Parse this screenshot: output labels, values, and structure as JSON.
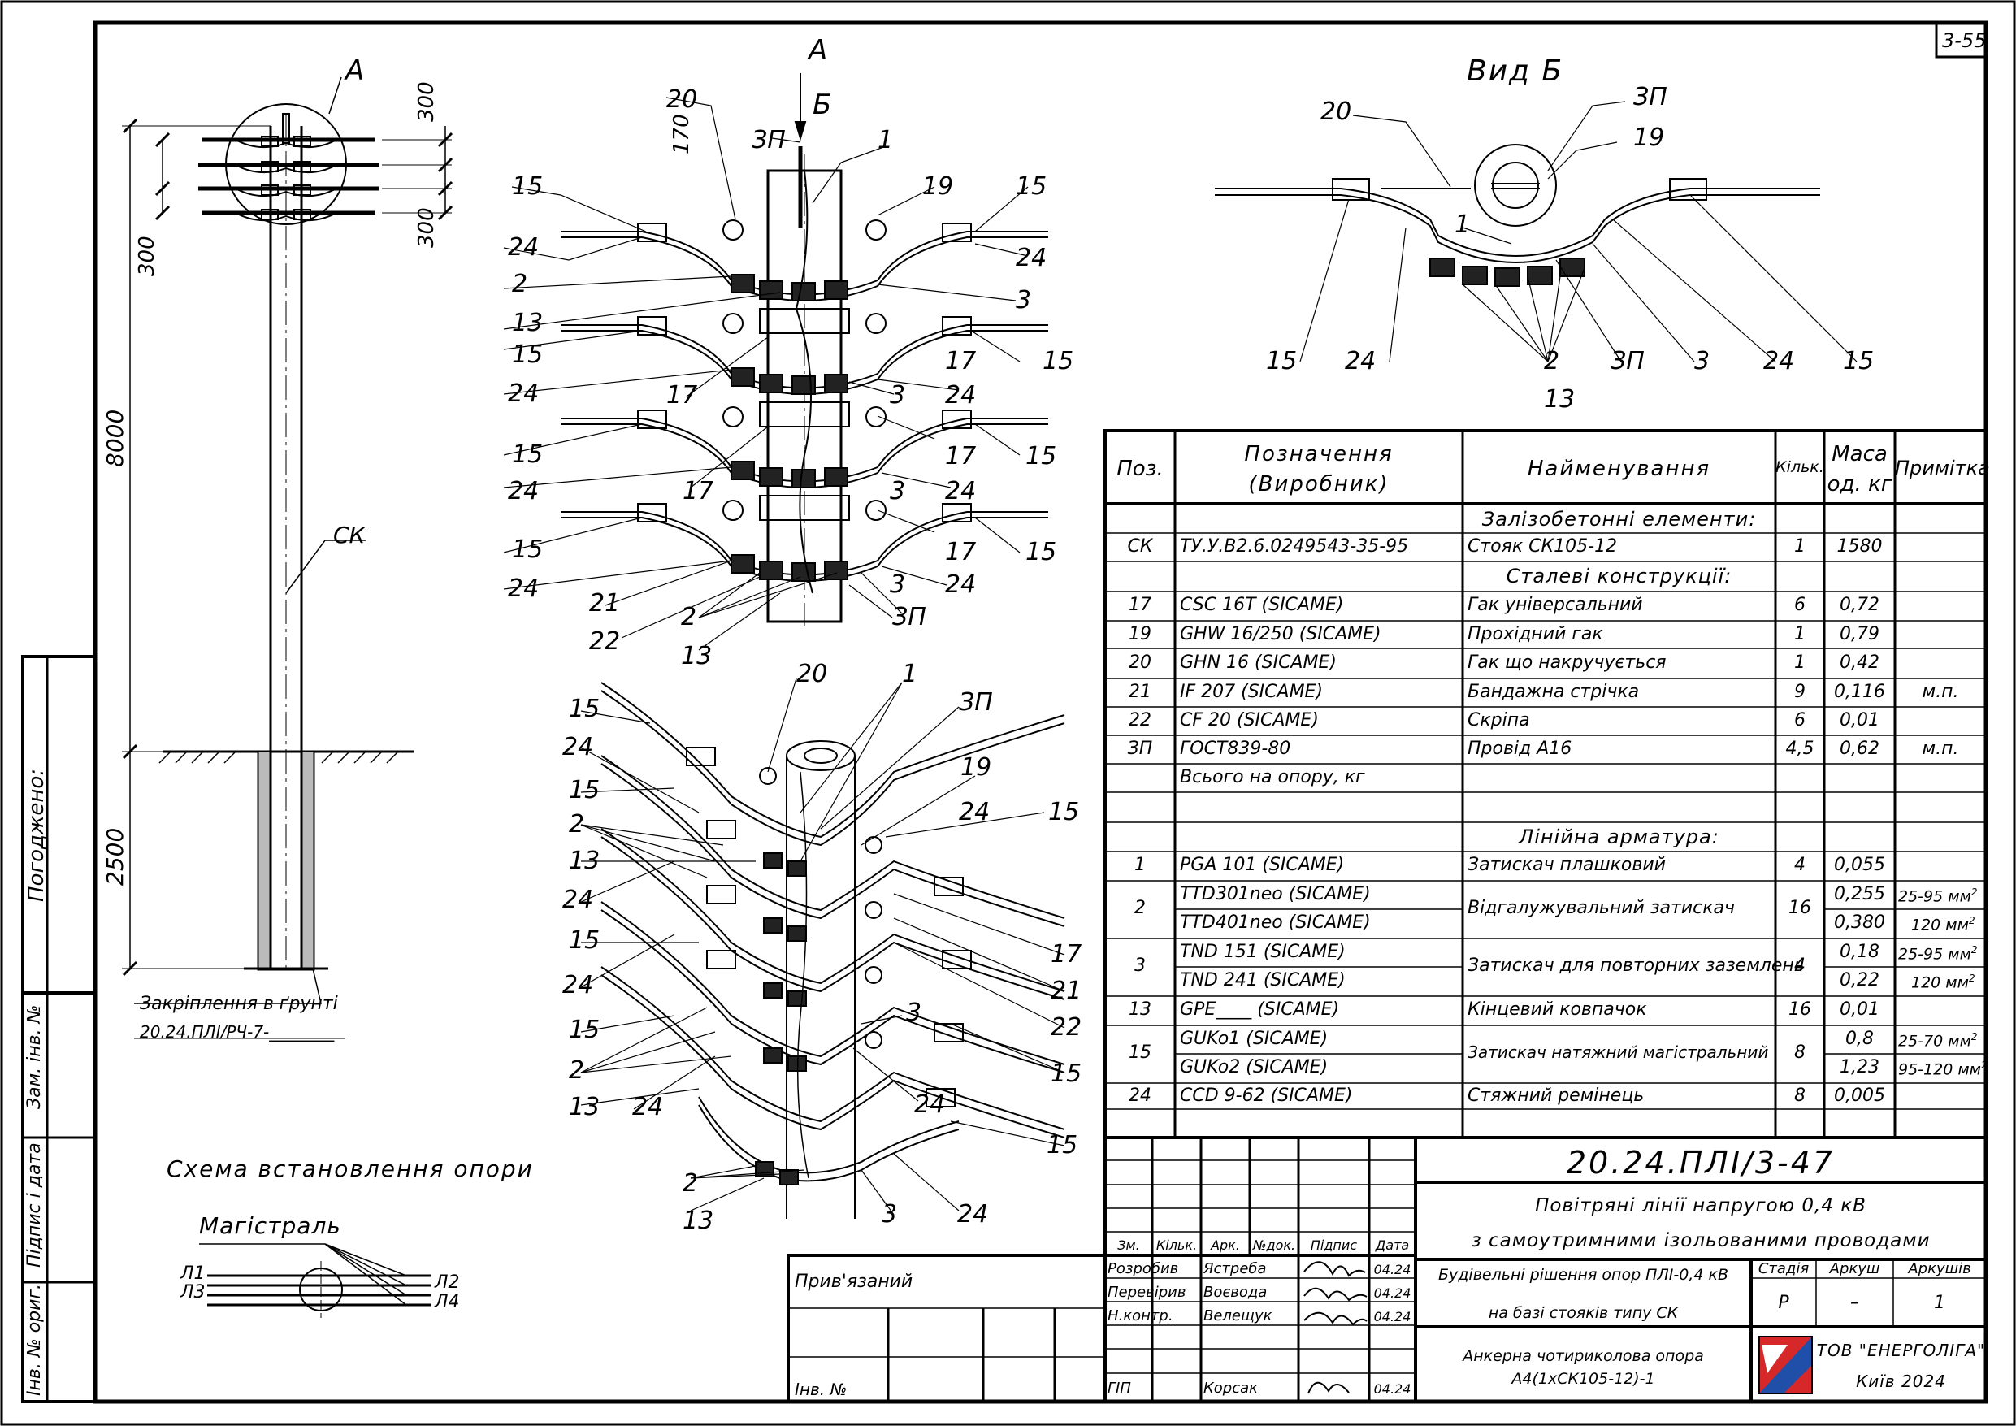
{
  "sheet": {
    "number": "3-55"
  },
  "pole_view": {
    "section_label": "А",
    "dims": {
      "top_spacing": "300",
      "mid_spacing": "170",
      "lower_spacing": "300",
      "left_spacing": "300",
      "height": "8000",
      "depth": "2500"
    },
    "pole_label": "СК",
    "foundation_note": "Закріплення в ґрунті",
    "foundation_ref": "20.24.ПЛІ/РЧ-7-________"
  },
  "scheme": {
    "title": "Схема встановлення опори",
    "subtitle": "Магістраль",
    "lines": [
      "Л1",
      "Л3",
      "Л2",
      "Л4"
    ]
  },
  "front_view": {
    "marks": {
      "section": "А",
      "view": "Б"
    },
    "callouts": [
      "20",
      "ЗП",
      "1",
      "15",
      "19",
      "15",
      "24",
      "24",
      "2",
      "3",
      "13",
      "15",
      "17",
      "15",
      "24",
      "3",
      "24",
      "17",
      "17",
      "15",
      "15",
      "24",
      "3",
      "24",
      "17",
      "17",
      "15",
      "15",
      "24",
      "3",
      "24",
      "21",
      "22",
      "2",
      "ЗП",
      "13"
    ]
  },
  "view_b": {
    "title": "Вид Б",
    "callouts": [
      "20",
      "ЗП",
      "19",
      "1",
      "15",
      "24",
      "2",
      "13",
      "ЗП",
      "3",
      "24",
      "15"
    ]
  },
  "iso_view": {
    "callouts": [
      "15",
      "24",
      "15",
      "2",
      "13",
      "24",
      "15",
      "24",
      "15",
      "2",
      "13",
      "24",
      "2",
      "13",
      "20",
      "1",
      "ЗП",
      "19",
      "24",
      "15",
      "17",
      "21",
      "22",
      "3",
      "15",
      "24",
      "15",
      "3",
      "24"
    ]
  },
  "spec": {
    "headers": {
      "pos": "Поз.",
      "designation": "Позначення (Виробник)",
      "designation_1": "Позначення",
      "designation_2": "(Виробник)",
      "name": "Найменування",
      "qty": "Кільк.",
      "mass_1": "Маса",
      "mass_2": "од. кг",
      "note": "Примітка"
    },
    "sections": {
      "concrete": "Залізобетонні елементи:",
      "steel": "Сталеві конструкції:",
      "fittings": "Лінійна арматура:"
    },
    "rows_concrete": [
      {
        "pos": "СК",
        "des": "ТУ.У.В2.6.0249543-35-95",
        "name": "Стояк СК105-12",
        "qty": "1",
        "mass": "1580",
        "note": ""
      }
    ],
    "rows_steel": [
      {
        "pos": "17",
        "des": "CSC 16T   (SICAME)",
        "name": "Гак універсальний",
        "qty": "6",
        "mass": "0,72",
        "note": ""
      },
      {
        "pos": "19",
        "des": "GHW 16/250   (SICAME)",
        "name": "Прохідний гак",
        "qty": "1",
        "mass": "0,79",
        "note": ""
      },
      {
        "pos": "20",
        "des": "GHN 16   (SICAME)",
        "name": "Гак що накручується",
        "qty": "1",
        "mass": "0,42",
        "note": ""
      },
      {
        "pos": "21",
        "des": "IF 207   (SICAME)",
        "name": "Бандажна стрічка",
        "qty": "9",
        "mass": "0,116",
        "note": "м.п."
      },
      {
        "pos": "22",
        "des": "CF 20   (SICAME)",
        "name": "Скріпа",
        "qty": "6",
        "mass": "0,01",
        "note": ""
      },
      {
        "pos": "ЗП",
        "des": "ГОСТ839-80",
        "name": "Провід А16",
        "qty": "4,5",
        "mass": "0,62",
        "note": "м.п."
      }
    ],
    "total_label": "Всього на опору, кг",
    "rows_fittings": [
      {
        "pos": "1",
        "des": "PGA  101   (SICAME)",
        "name": "Затискач плашковий",
        "qty": "4",
        "mass": "0,055",
        "note": ""
      },
      {
        "pos": "2",
        "des1": "TTD301neo   (SICAME)",
        "des2": "TTD401neo   (SICAME)",
        "name": "Відгалужувальний затискач",
        "qty": "16",
        "mass1": "0,255",
        "mass2": "0,380",
        "note1": "25-95 мм",
        "note2": "120 мм",
        "sup": "2"
      },
      {
        "pos": "3",
        "des1": "TND  151   (SICAME)",
        "des2": "TND  241   (SICAME)",
        "name": "Затискач для повторних заземлень",
        "qty": "4",
        "mass1": "0,18",
        "mass2": "0,22",
        "note1": "25-95 мм",
        "note2": "120 мм",
        "sup": "2"
      },
      {
        "pos": "13",
        "des": "GPE____   (SICAME)",
        "name": "Кінцевий ковпачок",
        "qty": "16",
        "mass": "0,01",
        "note": ""
      },
      {
        "pos": "15",
        "des1": "GUKo1   (SICAME)",
        "des2": "GUKo2   (SICAME)",
        "name": "Затискач натяжний магістральний",
        "qty": "8",
        "mass1": "0,8",
        "mass2": "1,23",
        "note1": "25-70 мм",
        "note2": "95-120 мм",
        "sup": "2"
      },
      {
        "pos": "24",
        "des": "CCD  9-62   (SICAME)",
        "name": "Стяжний ремінець",
        "qty": "8",
        "mass": "0,005",
        "note": ""
      }
    ]
  },
  "title_block": {
    "code": "20.24.ПЛІ/3-47",
    "desc_1": "Повітряні лінії напругою 0,4 кВ",
    "desc_2": "з самоутримними ізольованими проводами",
    "col_heads": [
      "Зм.",
      "Кільк.",
      "Арк.",
      "№док.",
      "Підпис",
      "Дата"
    ],
    "roles": [
      {
        "role": "Розробив",
        "name": "Ястреба",
        "date": "04.24"
      },
      {
        "role": "Перевірив",
        "name": "Воєвода",
        "date": "04.24"
      },
      {
        "role": "Н.контр.",
        "name": "Велещук",
        "date": "04.24"
      },
      {
        "role": "ГІП",
        "name": "Корсак",
        "date": "04.24"
      }
    ],
    "section_1": "Будівельні рішення опор ПЛІ-0,4 кВ",
    "section_2": "на базі стояків типу СК",
    "stage_head": "Стадія",
    "sheet_head": "Аркуш",
    "sheets_head": "Аркушів",
    "stage": "Р",
    "sheet": "–",
    "sheets": "1",
    "item_1": "Анкерна чотириколова опора",
    "item_2": "А4(1хСК105-12)-1",
    "company": "ТОВ \"ЕНЕРГОЛІГА\"",
    "city": "Київ 2024",
    "bound": "Прив'язаний",
    "inv": "Інв. №"
  },
  "side_stamp": {
    "agreed": "Погоджено:",
    "replace_inv": "Зам. інв. №",
    "sign_date": "Підпис і дата",
    "inv_orig": "Інв. № ориг."
  },
  "colors": {
    "ink": "#000000",
    "logo_blue": "#1f4fa8",
    "logo_red": "#d62828"
  }
}
